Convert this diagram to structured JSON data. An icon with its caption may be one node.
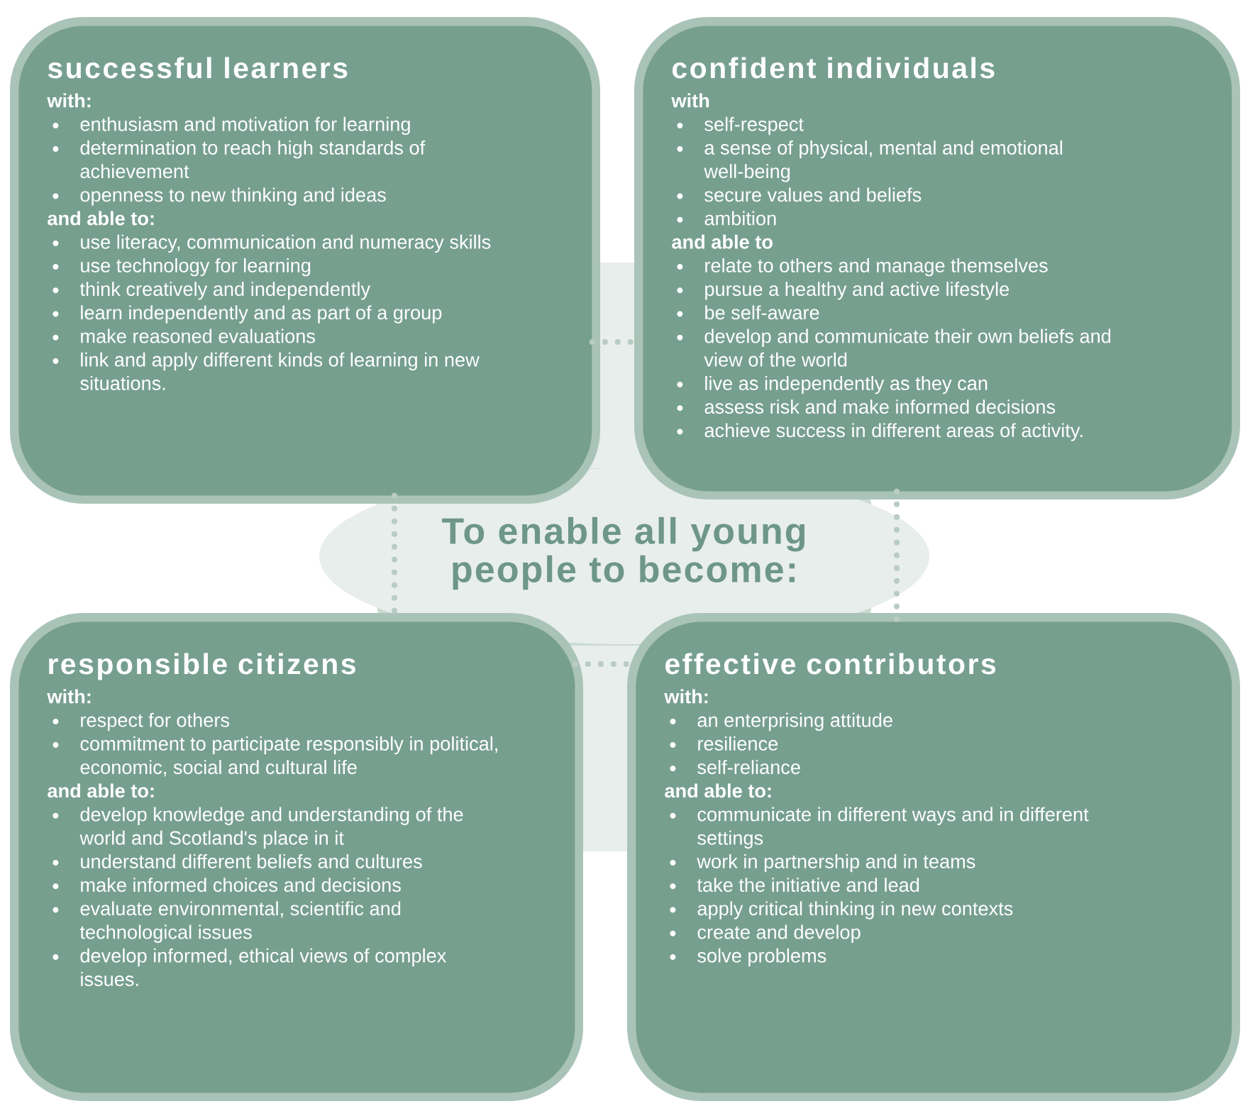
{
  "diagram": {
    "nodes": [
      {
        "text": [
          "successful learners",
          "with:",
          "enthusiasm and motivation for learning",
          "determination to reach high standards of achievement",
          "openness to new thinking and ideas",
          "and able to:",
          "use literacy, communication and numeracy skills",
          "use technology for learning",
          "think creatively and independently",
          "learn independently and as part of a group",
          "make reasoned evaluations",
          "link and apply different kinds of learning in new situations."
        ]
      },
      {
        "text": [
          "confident individuals",
          "with",
          "self-respect",
          "a sense of physical, mental and emotional well-being",
          "secure values and beliefs",
          "ambition",
          "and able to",
          "relate to others and manage themselves",
          "pursue a healthy and active lifestyle",
          "be self-aware",
          "develop and communicate their own beliefs and view of the world",
          "live as independently as they can",
          "assess risk and make informed decisions",
          "achieve success in different areas of activity."
        ]
      },
      {
        "text": [
          "To enable all young people to become:"
        ]
      },
      {
        "text": [
          "responsible citizens",
          "with:",
          "respect for others",
          "commitment to participate responsibly in political, economic, social and cultural life",
          "and able to:",
          "develop knowledge and understanding of the world and Scotland's place in it",
          "understand different beliefs and cultures",
          "make informed choices and decisions",
          "evaluate environmental, scientific and technological issues",
          "develop informed, ethical views of complex issues."
        ]
      },
      {
        "text": [
          "effective contributors",
          "with:",
          "an enterprising attitude",
          "resilience",
          "self-reliance",
          "and able to:",
          "communicate in different ways and in different settings",
          "work in partnership and in teams",
          "take the initiative and lead",
          "apply critical thinking in new contexts",
          "create and develop",
          "solve problems"
        ]
      }
    ],
    "edges": [
      {
        "from": 0,
        "to": 1,
        "arrow": "none",
        "style": "dashed"
      },
      {
        "from": 0,
        "to": 3,
        "arrow": "none",
        "style": "dashed"
      },
      {
        "from": 1,
        "to": 4,
        "arrow": "none",
        "style": "dashed"
      },
      {
        "from": 3,
        "to": 4,
        "arrow": "none",
        "style": "dashed"
      }
    ]
  }
}
